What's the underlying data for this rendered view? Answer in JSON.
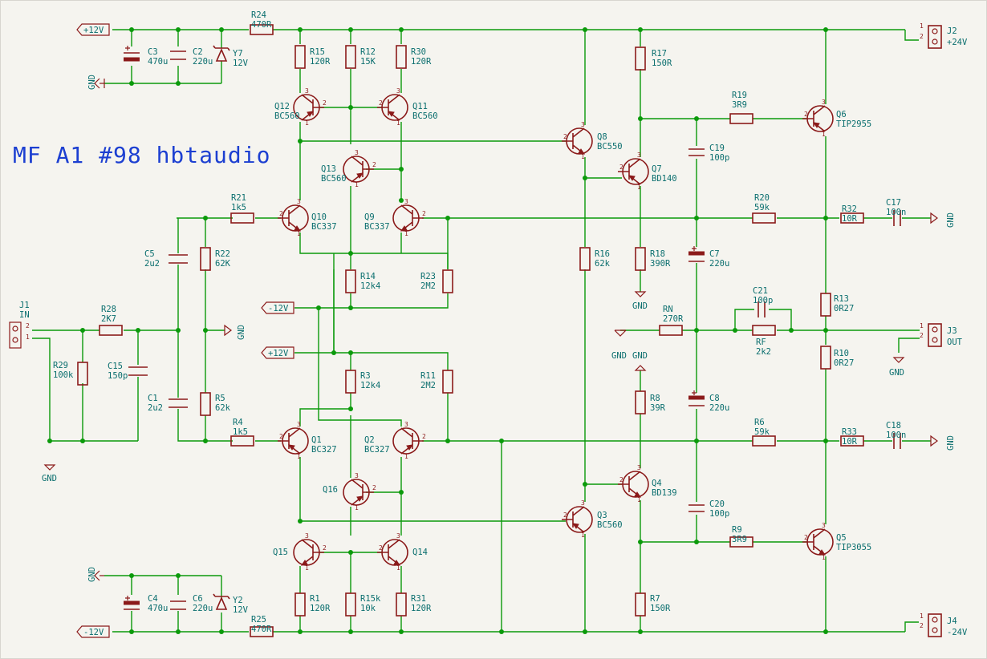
{
  "title": "MF A1 #98 hbtaudio",
  "power": {
    "pos12_top": "+12V",
    "neg12_bottom": "-12V",
    "neg12_mid": "-12V",
    "pos12_mid": "+12V",
    "gnd": "GND"
  },
  "connectors": {
    "j1": {
      "ref": "J1",
      "value": "IN",
      "pin1": "1",
      "pin2": "2"
    },
    "j2": {
      "ref": "J2",
      "value": "+24V",
      "pin1": "1",
      "pin2": "2"
    },
    "j3": {
      "ref": "J3",
      "value": "OUT",
      "pin1": "1",
      "pin2": "2"
    },
    "j4": {
      "ref": "J4",
      "value": "-24V",
      "pin1": "1",
      "pin2": "2"
    }
  },
  "resistors": [
    {
      "ref": "R24",
      "value": "470R"
    },
    {
      "ref": "R15",
      "value": "120R"
    },
    {
      "ref": "R12",
      "value": "15K"
    },
    {
      "ref": "R30",
      "value": "120R"
    },
    {
      "ref": "R17",
      "value": "150R"
    },
    {
      "ref": "R19",
      "value": "3R9"
    },
    {
      "ref": "R21",
      "value": "1k5"
    },
    {
      "ref": "R22",
      "value": "62K"
    },
    {
      "ref": "R14",
      "value": "12k4"
    },
    {
      "ref": "R23",
      "value": "2M2"
    },
    {
      "ref": "R16",
      "value": "62k"
    },
    {
      "ref": "R18",
      "value": "390R"
    },
    {
      "ref": "R20",
      "value": "59k"
    },
    {
      "ref": "R32",
      "value": "10R"
    },
    {
      "ref": "R28",
      "value": "2K7"
    },
    {
      "ref": "R29",
      "value": "100k"
    },
    {
      "ref": "RN",
      "value": "270R"
    },
    {
      "ref": "RF",
      "value": "2k2"
    },
    {
      "ref": "R13",
      "value": "0R27"
    },
    {
      "ref": "R10",
      "value": "0R27"
    },
    {
      "ref": "R3",
      "value": "12k4"
    },
    {
      "ref": "R11",
      "value": "2M2"
    },
    {
      "ref": "R5",
      "value": "62k"
    },
    {
      "ref": "R4",
      "value": "1k5"
    },
    {
      "ref": "R8",
      "value": "39R"
    },
    {
      "ref": "R6",
      "value": "59k"
    },
    {
      "ref": "R33",
      "value": "10R"
    },
    {
      "ref": "R9",
      "value": "3R9"
    },
    {
      "ref": "R1",
      "value": "120R"
    },
    {
      "ref": "R15k",
      "value": "10k"
    },
    {
      "ref": "R31",
      "value": "120R"
    },
    {
      "ref": "R7",
      "value": "150R"
    },
    {
      "ref": "R25",
      "value": "470R"
    }
  ],
  "capacitors": [
    {
      "ref": "C3",
      "value": "470u"
    },
    {
      "ref": "C2",
      "value": "220u"
    },
    {
      "ref": "C19",
      "value": "100p"
    },
    {
      "ref": "C17",
      "value": "100n"
    },
    {
      "ref": "C5",
      "value": "2u2"
    },
    {
      "ref": "C7",
      "value": "220u"
    },
    {
      "ref": "C21",
      "value": "100p"
    },
    {
      "ref": "C15",
      "value": "150p"
    },
    {
      "ref": "C1",
      "value": "2u2"
    },
    {
      "ref": "C8",
      "value": "220u"
    },
    {
      "ref": "C18",
      "value": "100n"
    },
    {
      "ref": "C20",
      "value": "100p"
    },
    {
      "ref": "C4",
      "value": "470u"
    },
    {
      "ref": "C6",
      "value": "220u"
    }
  ],
  "zeners": [
    {
      "ref": "Y7",
      "value": "12V"
    },
    {
      "ref": "Y2",
      "value": "12V"
    }
  ],
  "transistors": [
    {
      "ref": "Q12",
      "value": "BC560"
    },
    {
      "ref": "Q11",
      "value": "BC560"
    },
    {
      "ref": "Q8",
      "value": "BC550"
    },
    {
      "ref": "Q6",
      "value": "TIP2955"
    },
    {
      "ref": "Q13",
      "value": "BC560"
    },
    {
      "ref": "Q7",
      "value": "BD140"
    },
    {
      "ref": "Q10",
      "value": "BC337"
    },
    {
      "ref": "Q9",
      "value": "BC337"
    },
    {
      "ref": "Q1",
      "value": "BC327"
    },
    {
      "ref": "Q2",
      "value": "BC327"
    },
    {
      "ref": "Q16",
      "value": ""
    },
    {
      "ref": "Q4",
      "value": "BD139"
    },
    {
      "ref": "Q3",
      "value": "BC560"
    },
    {
      "ref": "Q5",
      "value": "TIP3055"
    },
    {
      "ref": "Q15",
      "value": ""
    },
    {
      "ref": "Q14",
      "value": ""
    }
  ],
  "pins": {
    "p1": "1",
    "p2": "2",
    "p3": "3"
  }
}
